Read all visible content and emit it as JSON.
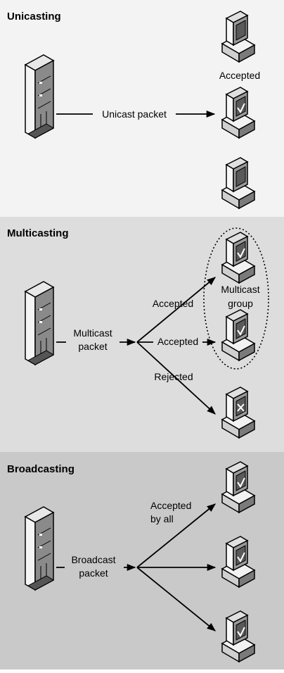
{
  "panels": [
    {
      "title": "Unicasting",
      "source_label": "Unicast packet",
      "labels": [
        "Accepted"
      ],
      "hosts": [
        {
          "status": "none"
        },
        {
          "status": "accepted"
        },
        {
          "status": "none"
        }
      ]
    },
    {
      "title": "Multicasting",
      "source_label_line1": "Multicast",
      "source_label_line2": "packet",
      "group_label_line1": "Multicast",
      "group_label_line2": "group",
      "labels": [
        "Accepted",
        "Accepted",
        "Rejected"
      ],
      "hosts": [
        {
          "status": "accepted"
        },
        {
          "status": "accepted"
        },
        {
          "status": "rejected"
        }
      ]
    },
    {
      "title": "Broadcasting",
      "source_label_line1": "Broadcast",
      "source_label_line2": "packet",
      "accept_label_line1": "Accepted",
      "accept_label_line2": "by all",
      "hosts": [
        {
          "status": "accepted"
        },
        {
          "status": "accepted"
        },
        {
          "status": "accepted"
        }
      ]
    }
  ],
  "colors": {
    "panel1_bg": "#f3f3f3",
    "panel2_bg": "#dddddd",
    "panel3_bg": "#c9c9c9",
    "ink": "#000000"
  }
}
